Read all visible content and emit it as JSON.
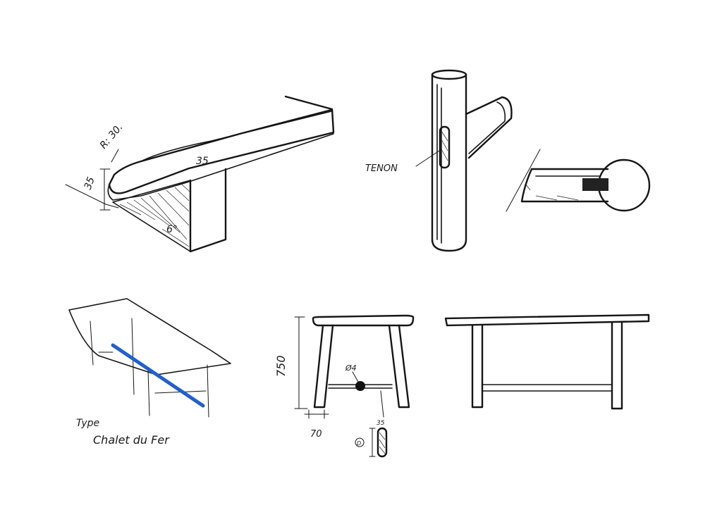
{
  "sheet": {
    "background": "#ffffff",
    "ink_color": "#151515",
    "highlight_color": "#1f5fd6"
  },
  "bench_detail": {
    "radius_label": "R: 30.",
    "height_label": "35",
    "width_label": "35",
    "angle_label": "6°"
  },
  "joint_detail": {
    "tenon_label": "TENON"
  },
  "stool_side": {
    "height_label": "750",
    "leg_label": "70",
    "dowel_label": "Ø4",
    "section_label": "35",
    "circle_label": "D"
  },
  "concept_sketch": {
    "note_line1": "Type",
    "note_line2": "Chalet du Fer"
  }
}
